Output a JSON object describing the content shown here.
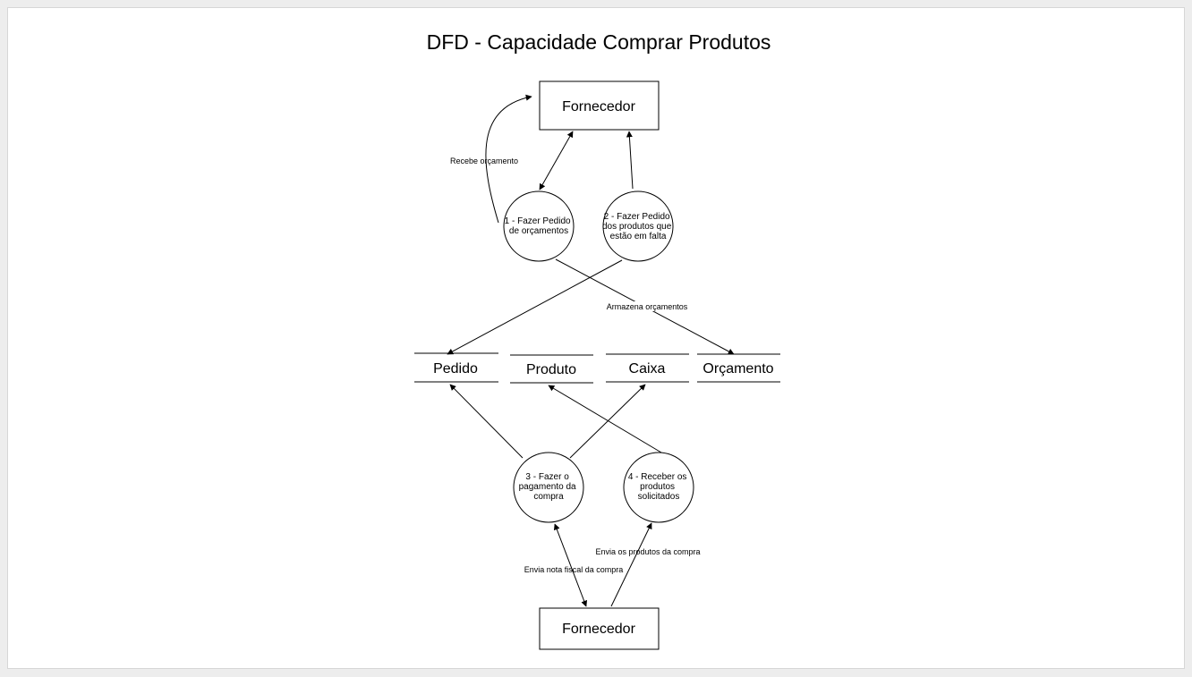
{
  "title": "DFD - Capacidade Comprar Produtos",
  "entities": {
    "top": "Fornecedor",
    "bottom": "Fornecedor"
  },
  "processes": {
    "p1": [
      "1 - Fazer Pedido",
      "de orçamentos"
    ],
    "p2": [
      "2 - Fazer Pedido",
      "dos produtos que",
      "estão em falta"
    ],
    "p3": [
      "3 - Fazer o",
      "pagamento da",
      "compra"
    ],
    "p4": [
      "4  - Receber os",
      "produtos",
      "solicitados"
    ]
  },
  "stores": {
    "pedido": "Pedido",
    "produto": "Produto",
    "caixa": "Caixa",
    "orcamento": "Orçamento"
  },
  "flows": {
    "recebe_orcamento": "Recebe orçamento",
    "armazena_orcamentos": "Armazena orçamentos",
    "envia_nota": "Envia nota fiscal da compra",
    "envia_produtos": "Envia os produtos da compra"
  },
  "colors": {
    "stroke": "#000000",
    "background": "#ffffff",
    "frame": "#d6d6d6"
  }
}
